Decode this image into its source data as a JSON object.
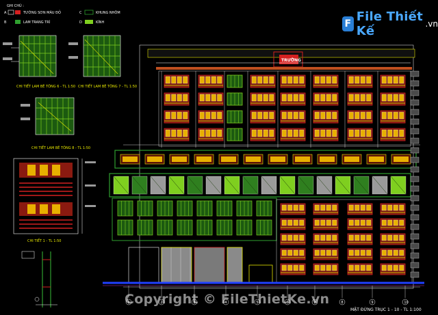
{
  "logo": {
    "mark": "F",
    "name": "File Thiết Kế",
    "tld": ".vn"
  },
  "watermark": "Copyright © FileThietKe.vn",
  "colors": {
    "bg": "#000000",
    "red": "#d42020",
    "orange": "#e06018",
    "yellow": "#e8e800",
    "green": "#2fa02f",
    "lime": "#7fcf1f",
    "magenta": "#c030c0",
    "white": "#ffffff",
    "blue": "#2040ff",
    "cyan": "#30c0c0"
  },
  "legend": {
    "title": "GHI CHÚ :",
    "items": [
      {
        "key": "A",
        "text": "TƯỜNG SƠN MÀU ĐỎ"
      },
      {
        "key": "B",
        "text": "LAM TRANG TRÍ"
      },
      {
        "key": "C",
        "text": "KHUNG NHÔM"
      },
      {
        "key": "D",
        "text": "KÍNH"
      }
    ]
  },
  "details": [
    {
      "caption": "CHI TIẾT LAM BÊ TÔNG 6 - TL 1:50"
    },
    {
      "caption": "CHI TIẾT LAM BÊ TÔNG 7 - TL 1:50"
    },
    {
      "caption": "CHI TIẾT LAM BÊ TÔNG 8 - TL 1:50"
    },
    {
      "caption": "CHI TIẾT 1 - TL 1:50"
    }
  ],
  "sign_text": "TRƯỜNG",
  "title": "MẶT ĐỨNG TRỤC 1 - 10 - TL 1:100",
  "grid_labels": [
    "1",
    "2",
    "3",
    "4",
    "5",
    "6",
    "7",
    "8",
    "9",
    "10"
  ]
}
